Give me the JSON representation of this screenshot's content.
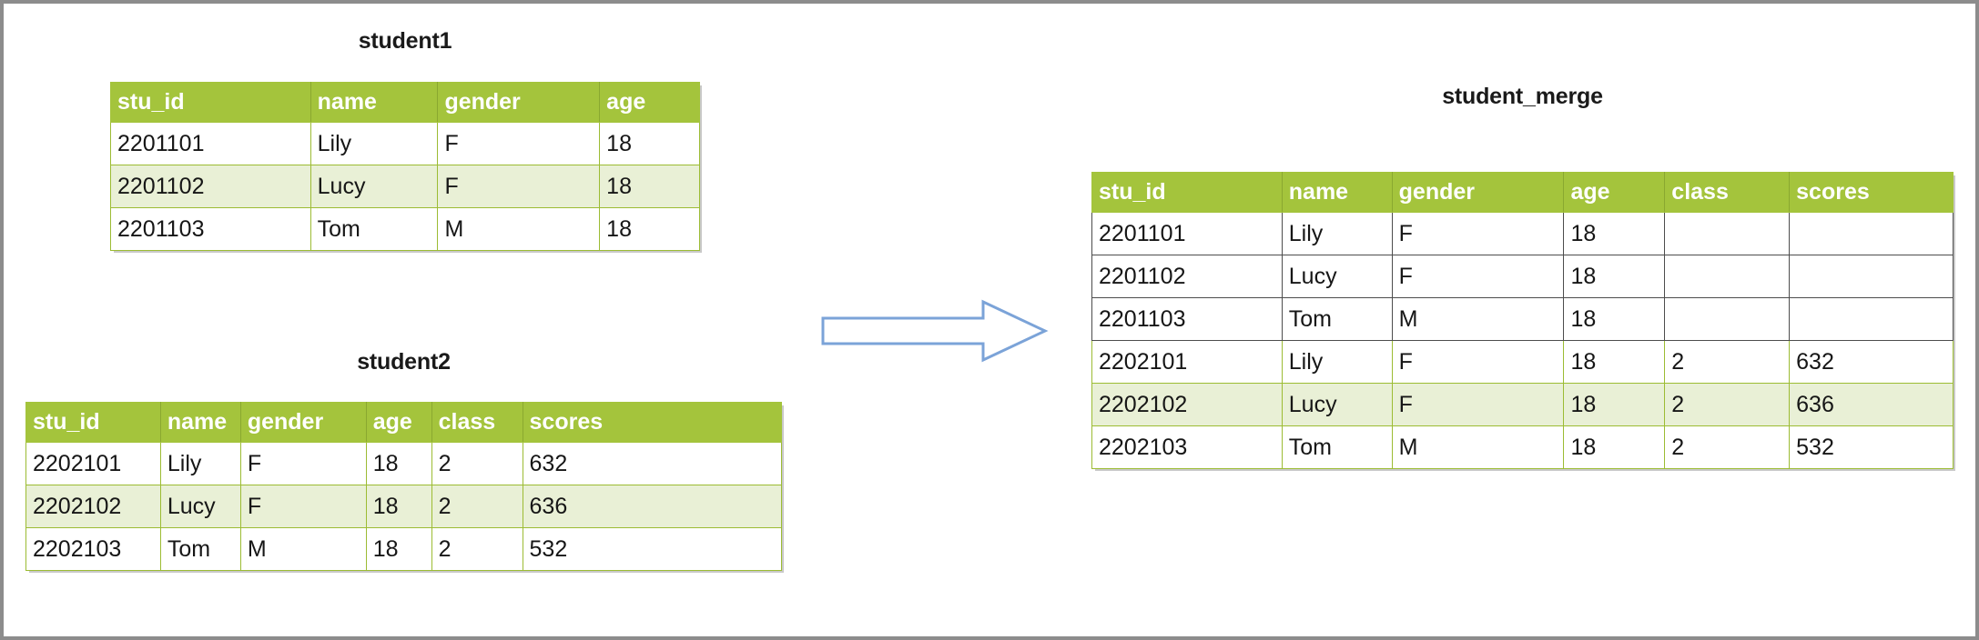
{
  "diagram": {
    "kind": "table-merge-illustration",
    "arrow": {
      "name": "merge-arrow",
      "direction": "right",
      "stroke": "#7ba3d8",
      "fill": "#ffffff"
    },
    "colors": {
      "header_green": "#a4c43c",
      "row_alt_green": "#e9f0d6",
      "grid_green": "#9cbc33",
      "grid_gray": "#4d4d4d",
      "outer_border_gray": "#8c8c8c",
      "text": "#161616"
    }
  },
  "tables": {
    "student1": {
      "title": "student1",
      "columns": [
        "stu_id",
        "name",
        "gender",
        "age"
      ],
      "rows": [
        [
          "2201101",
          "Lily",
          "F",
          "18"
        ],
        [
          "2201102",
          "Lucy",
          "F",
          "18"
        ],
        [
          "2201103",
          "Tom",
          "M",
          "18"
        ]
      ],
      "alt_rows": [
        1
      ],
      "rule_styles": [
        "green",
        "green",
        "green"
      ]
    },
    "student2": {
      "title": "student2",
      "columns": [
        "stu_id",
        "name",
        "gender",
        "age",
        "class",
        "scores"
      ],
      "rows": [
        [
          "2202101",
          "Lily",
          "F",
          "18",
          "2",
          "632"
        ],
        [
          "2202102",
          "Lucy",
          "F",
          "18",
          "2",
          "636"
        ],
        [
          "2202103",
          "Tom",
          "M",
          "18",
          "2",
          "532"
        ]
      ],
      "alt_rows": [
        1
      ],
      "rule_styles": [
        "green",
        "green",
        "green"
      ]
    },
    "student_merge": {
      "title": "student_merge",
      "columns": [
        "stu_id",
        "name",
        "gender",
        "age",
        "class",
        "scores"
      ],
      "rows": [
        [
          "2201101",
          "Lily",
          "F",
          "18",
          "",
          ""
        ],
        [
          "2201102",
          "Lucy",
          "F",
          "18",
          "",
          ""
        ],
        [
          "2201103",
          "Tom",
          "M",
          "18",
          "",
          ""
        ],
        [
          "2202101",
          "Lily",
          "F",
          "18",
          "2",
          "632"
        ],
        [
          "2202102",
          "Lucy",
          "F",
          "18",
          "2",
          "636"
        ],
        [
          "2202103",
          "Tom",
          "M",
          "18",
          "2",
          "532"
        ]
      ],
      "alt_rows": [
        4
      ],
      "rule_styles": [
        "gray",
        "gray",
        "gray",
        "green",
        "green",
        "green"
      ]
    }
  }
}
